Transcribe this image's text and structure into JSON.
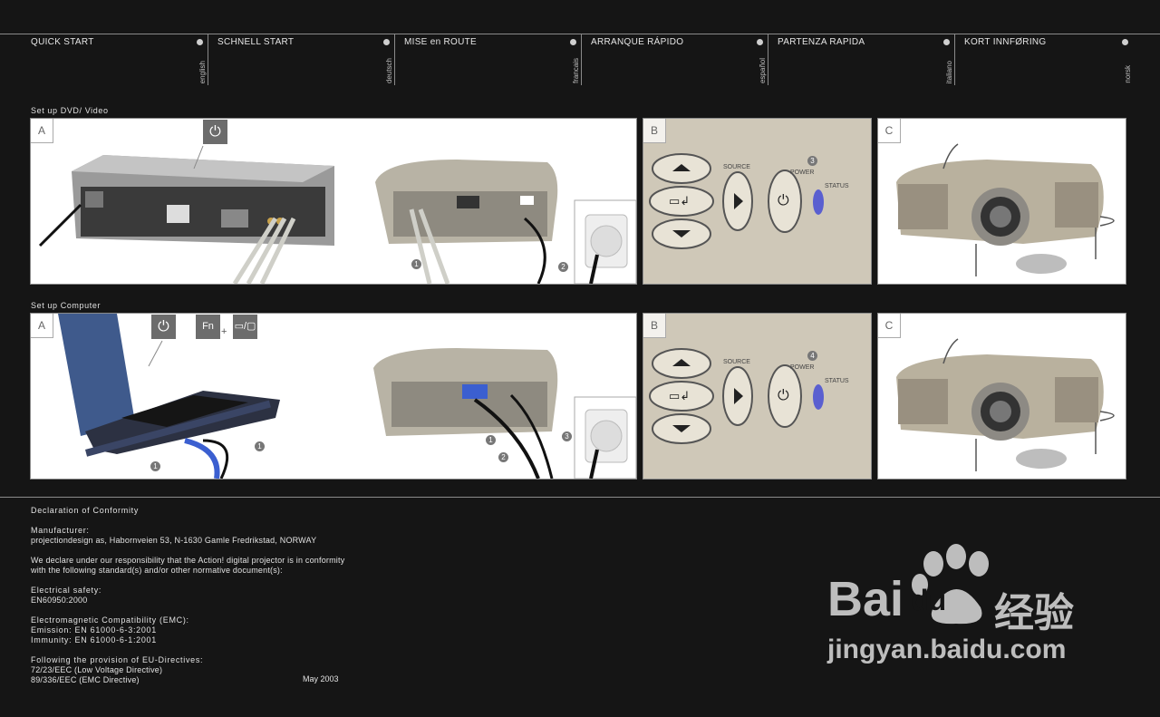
{
  "languages": [
    {
      "title": "QUICK START",
      "lang": "english"
    },
    {
      "title": "SCHNELL START",
      "lang": "deutsch"
    },
    {
      "title": "MISE en ROUTE",
      "lang": "francais"
    },
    {
      "title": "ARRANQUE RÁPIDO",
      "lang": "español"
    },
    {
      "title": "PARTENZA RAPIDA",
      "lang": "italiano"
    },
    {
      "title": "KORT INNFØRING",
      "lang": "norsk"
    }
  ],
  "sections": {
    "dvd": {
      "title": "Set up DVD/ Video"
    },
    "computer": {
      "title": "Set up Computer"
    }
  },
  "panels": {
    "a": "A",
    "b": "B",
    "c": "C"
  },
  "keys": {
    "fn": "Fn",
    "plus": "+"
  },
  "callouts": {
    "one": "1",
    "two": "2",
    "three": "3",
    "four": "4"
  },
  "keypad": {
    "source": "SOURCE",
    "power": "POWER",
    "status": "STATUS"
  },
  "declaration": {
    "title": "Declaration of Conformity",
    "manufacturer_label": "Manufacturer:",
    "manufacturer": "projectiondesign as, Habornveien 53, N-1630 Gamle Fredrikstad, NORWAY",
    "statement_1": "We declare under our responsibility that the Action! digital projector is in conformity",
    "statement_2": "with the following standard(s) and/or other normative document(s):",
    "safety_label": "Electrical safety:",
    "safety": "EN60950:2000",
    "emc_label": "Electromagnetic Compatibility (EMC):",
    "emission": "Emission: EN 61000-6-3:2001",
    "immunity": "Immunity: EN 61000-6-1:2001",
    "directives_label": "Following the provision of EU-Directives:",
    "directive_1": "72/23/EEC (Low Voltage Directive)",
    "directive_2": "89/336/EEC (EMC Directive)",
    "date": "May 2003"
  },
  "watermark": {
    "brand": "Bai",
    "brand2": "du",
    "cn": "经验",
    "url": "jingyan.baidu.com"
  }
}
